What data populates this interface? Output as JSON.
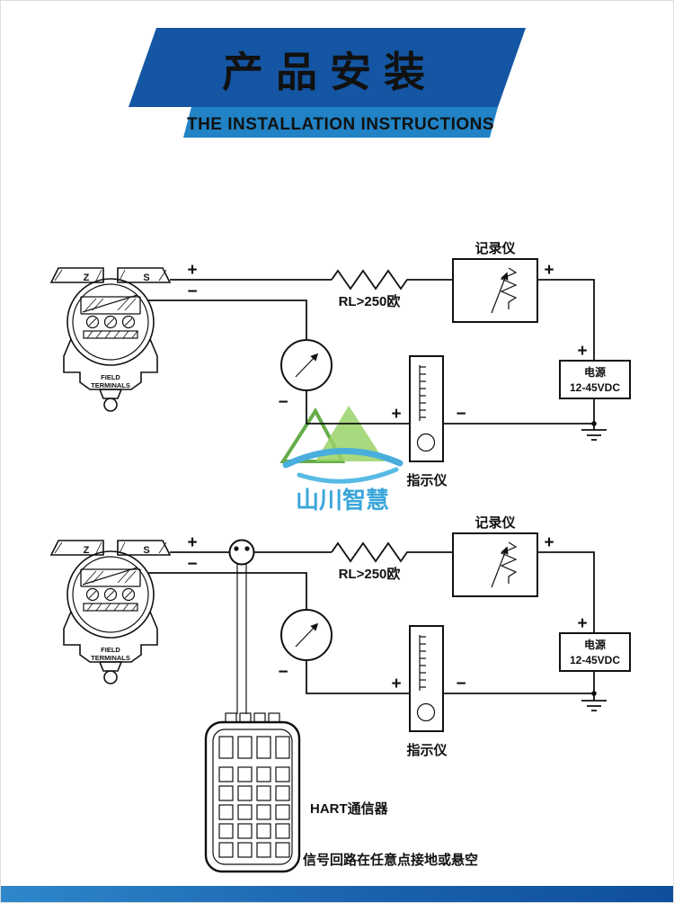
{
  "header": {
    "title": "产品安装",
    "subtitle": "THE INSTALLATION INSTRUCTIONS"
  },
  "symbols": {
    "plus": "+",
    "minus": "−"
  },
  "transmitter": {
    "terminal_z": "Z",
    "terminal_s": "S",
    "field_line1": "FIELD",
    "field_line2": "TERMINALS"
  },
  "diagram1": {
    "recorder": "记录仪",
    "resistor": "RL>250欧",
    "power_name": "电源",
    "power_rating": "12-45VDC",
    "indicator": "指示仪"
  },
  "diagram2": {
    "recorder": "记录仪",
    "resistor": "RL>250欧",
    "power_name": "电源",
    "power_rating": "12-45VDC",
    "indicator": "指示仪",
    "hart": "HART通信器",
    "note": "信号回路在任意点接地或悬空"
  },
  "watermark": {
    "brand": "山川智慧"
  }
}
